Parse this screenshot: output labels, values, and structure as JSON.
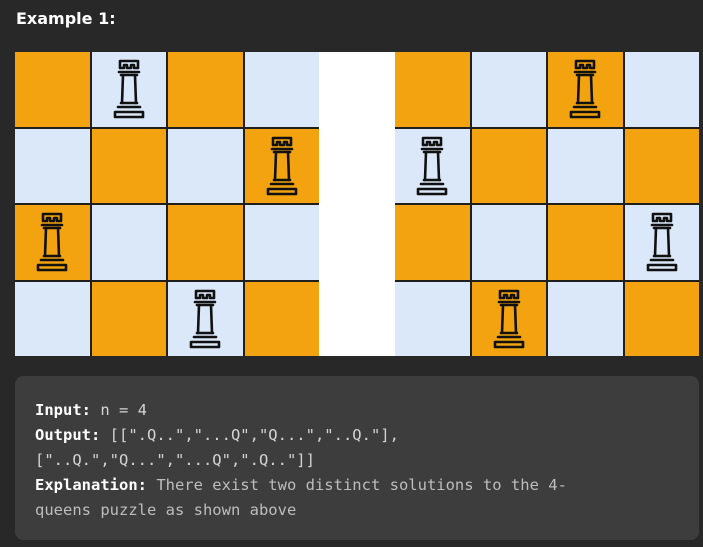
{
  "title": "Example 1:",
  "colors": {
    "light": "#dbe8f9",
    "dark": "#f2a30f",
    "piece": "#111111"
  },
  "boards": [
    {
      "name": "solution-1",
      "queen_columns": [
        1,
        3,
        0,
        2
      ]
    },
    {
      "name": "solution-2",
      "queen_columns": [
        2,
        0,
        3,
        1
      ]
    }
  ],
  "example": {
    "input_label": "Input:",
    "input_value": " n = 4",
    "output_label": "Output:",
    "output_value_line1": " [[\".Q..\",\"...Q\",\"Q...\",\"..Q.\"],",
    "output_value_line2": "[\"..Q.\",\"Q...\",\"...Q\",\".Q..\"]]",
    "explanation_label": "Explanation:",
    "explanation_line1": " There exist two distinct solutions to the 4-",
    "explanation_line2": "queens puzzle as shown above"
  }
}
